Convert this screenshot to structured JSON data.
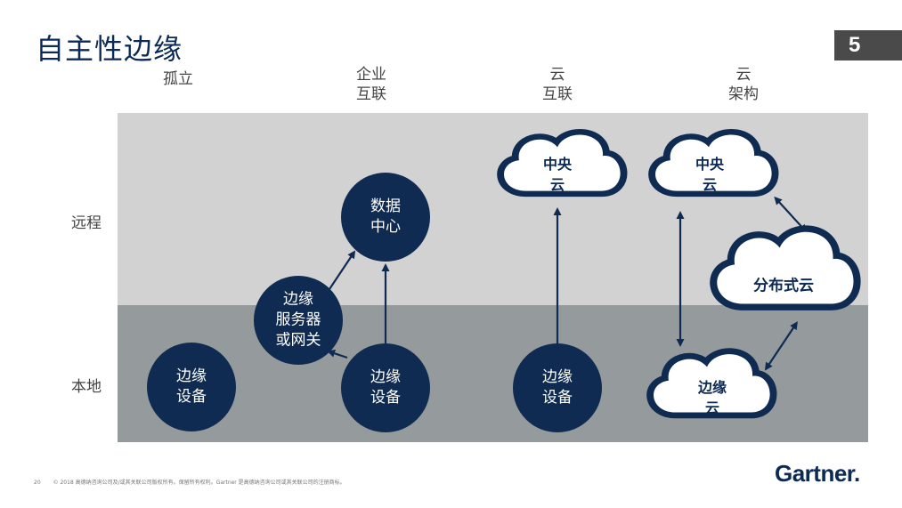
{
  "slide": {
    "title": "自主性边缘",
    "page_badge": "5"
  },
  "columns": [
    {
      "line1": "",
      "line2": "孤立"
    },
    {
      "line1": "企业",
      "line2": "互联"
    },
    {
      "line1": "云",
      "line2": "互联"
    },
    {
      "line1": "云",
      "line2": "架构"
    }
  ],
  "rows": {
    "remote": "远程",
    "local": "本地"
  },
  "nodes": {
    "edge_isolated": {
      "line1": "边缘",
      "line2": "设备"
    },
    "data_center": {
      "line1": "数据",
      "line2": "中心"
    },
    "edge_server": {
      "line1": "边缘",
      "line2": "服务器",
      "line3": "或网关"
    },
    "edge_enterprise": {
      "line1": "边缘",
      "line2": "设备"
    },
    "edge_cloud_connected": {
      "line1": "边缘",
      "line2": "设备"
    }
  },
  "clouds": {
    "central_cloud_1": {
      "line1": "中央",
      "line2": "云"
    },
    "central_cloud_2": {
      "line1": "中央",
      "line2": "云"
    },
    "distributed_cloud": {
      "line1": "分布式云"
    },
    "edge_cloud": {
      "line1": "边缘",
      "line2": "云"
    }
  },
  "colors": {
    "navy": "#0f2b52",
    "remote_band": "#d2d2d2",
    "local_band": "#959a9c",
    "badge": "#4a4a4a"
  },
  "footer": {
    "page_number": "20",
    "copyright": "© 2018 高德纳咨询公司及/或其关联公司版权所有。保留所有权利。Gartner 是高德纳咨询公司或其关联公司的注册商标。"
  },
  "logo": {
    "text": "Gartner."
  }
}
